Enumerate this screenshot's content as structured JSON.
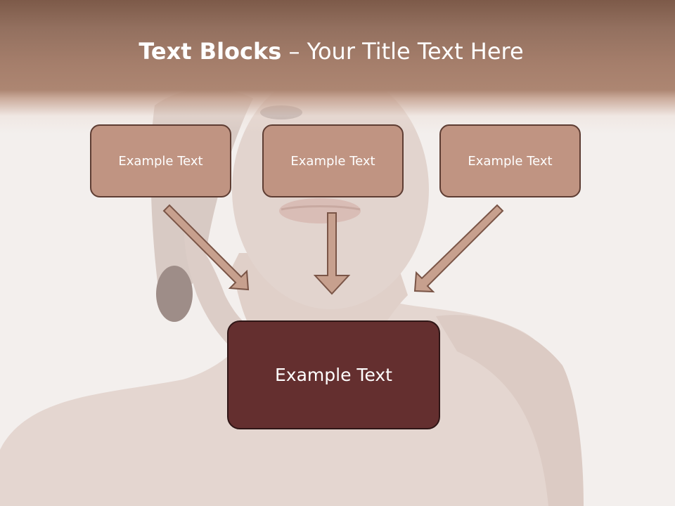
{
  "slide": {
    "title_bold": "Text Blocks",
    "title_dash": " – ",
    "title_rest": "Your Title Text Here"
  },
  "diagram": {
    "top_boxes": [
      {
        "label": "Example Text"
      },
      {
        "label": "Example Text"
      },
      {
        "label": "Example Text"
      }
    ],
    "center_box": {
      "label": "Example Text"
    }
  },
  "colors": {
    "title_band": "#a57e6b",
    "top_box_fill": "#c09482",
    "top_box_border": "#5e3d33",
    "center_box_fill": "#642f2f",
    "arrow_fill": "#c7a08e",
    "arrow_stroke": "#7a5547"
  }
}
